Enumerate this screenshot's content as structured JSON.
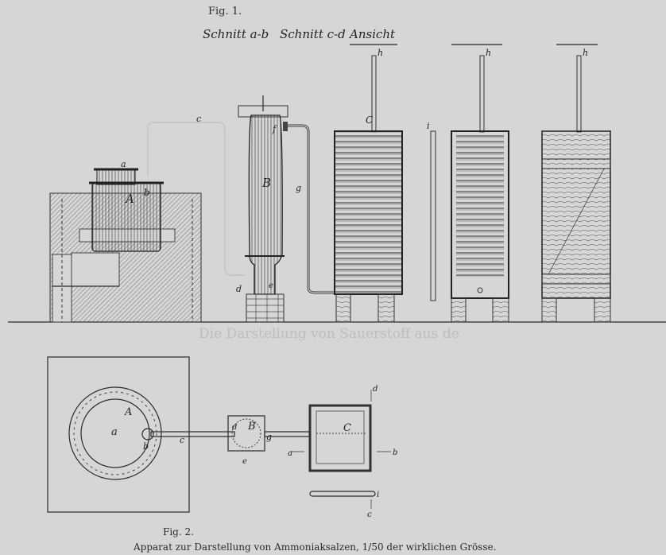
{
  "figure1": {
    "label": "Fig. 1.",
    "sections": [
      "Schnitt a-b",
      "Schnitt c-d",
      "Ansicht"
    ],
    "labels": {
      "a": "a",
      "A": "A",
      "b": "b",
      "c": "c",
      "B": "B",
      "d": "d",
      "e": "e",
      "f": "f",
      "g": "g",
      "h": "h",
      "i": "i",
      "C": "C"
    }
  },
  "figure2": {
    "label": "Fig. 2.",
    "caption": "Apparat zur Darstellung von Ammoniaksalzen, 1/50 der wirklichen Grösse.",
    "labels": {
      "a": "a",
      "A": "A",
      "b": "b",
      "c": "c",
      "B": "B",
      "d": "d",
      "e": "e",
      "g": "g",
      "C": "C",
      "sec_a": "a",
      "sec_b": "b",
      "sec_c": "c",
      "sec_d": "d",
      "i": "i"
    }
  },
  "bleed_through": {
    "heading": "Die Darstellung von Sauerstoff aus de"
  }
}
